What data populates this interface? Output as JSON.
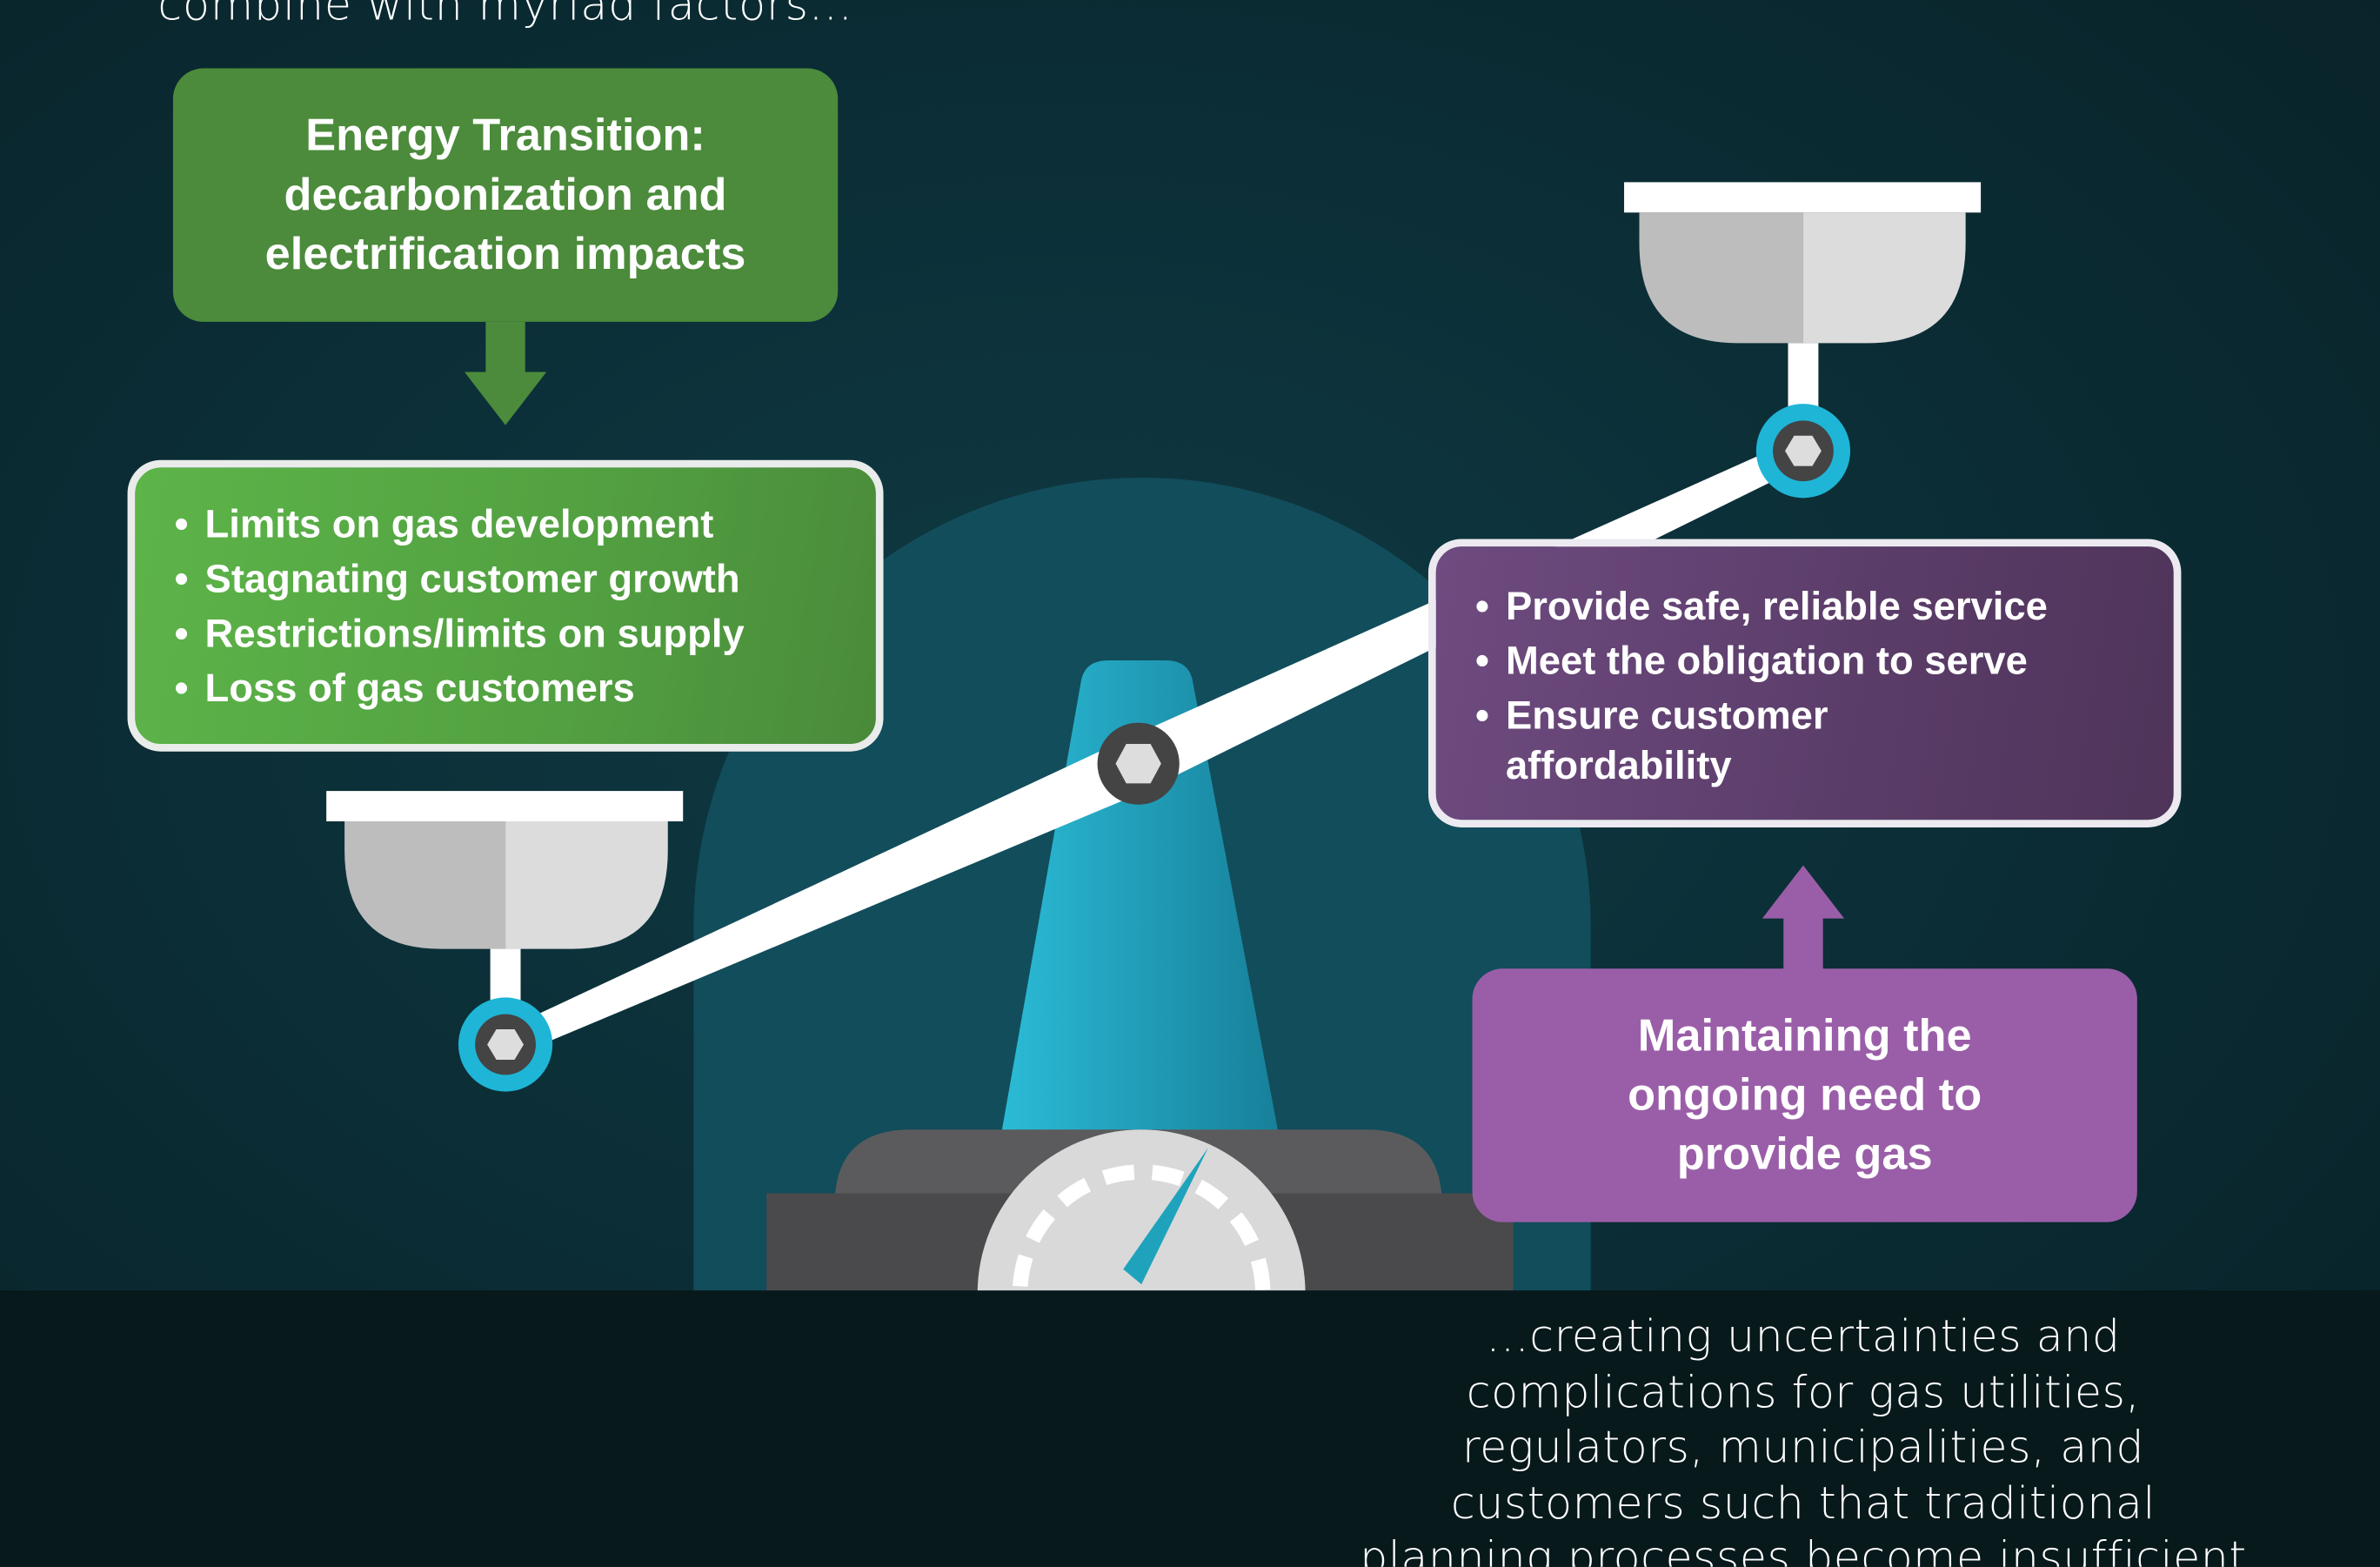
{
  "intro_text": "combine with myriad factors...",
  "energy_transition": {
    "title_lines": [
      "Energy Transition:",
      "decarbonization and",
      "electrification impacts"
    ],
    "impacts": [
      "Limits on gas development",
      "Stagnating customer growth",
      "Restrictions/limits on supply",
      "Loss of gas customers"
    ]
  },
  "gas_need": {
    "title_lines": [
      "Maintaining the",
      "ongoing need to",
      "provide gas"
    ],
    "obligations": [
      "Provide safe, reliable service",
      "Meet the obligation to serve",
      "Ensure customer",
      "affordability"
    ]
  },
  "conclusion_lines": [
    "...creating uncertainties and",
    "complications for gas utilities,",
    "regulators, municipalities, and",
    "customers such that traditional",
    "planning processes become insufficient"
  ],
  "colors": {
    "green": "#4b8b3b",
    "purple": "#9a5ea8",
    "cyan": "#1fb5d6",
    "background": "#0b2c34"
  }
}
